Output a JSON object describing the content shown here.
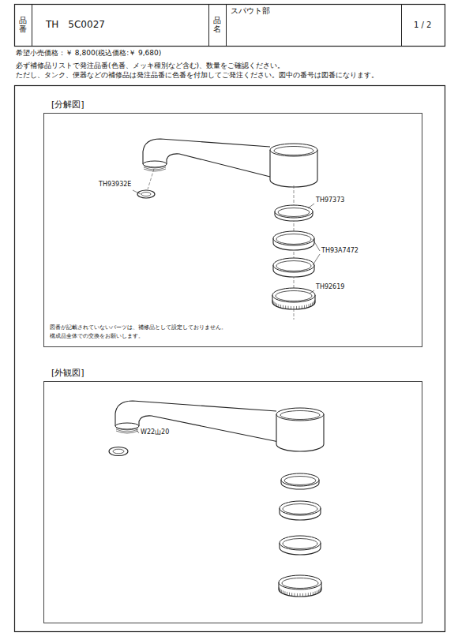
{
  "diagram": {
    "nodes": [
      {
        "text": [
          "[分解図]"
        ]
      },
      {
        "text": [
          "[外観図]"
        ]
      }
    ],
    "labels": [
      "品番",
      "TH　5C0027",
      "品名",
      "スパウト部",
      "1 / 2",
      "希望小売価格：￥ 8,800(税込価格:￥ 9,680)",
      "必ず補修品リストで発注品番(色番、メッキ種別など含む)、数量をご確認ください。",
      "ただし、タンク、便器などの補修品は発注品番に色番を付加してご発注ください。図中の番号は図番になります。",
      "TH93932E",
      "TH97373",
      "TH93A7472",
      "TH92619",
      "図番が記載されていないパーツは、補修品として設定しておりません。",
      "構成品全体での交換をお願いします。",
      "W22山20"
    ]
  }
}
